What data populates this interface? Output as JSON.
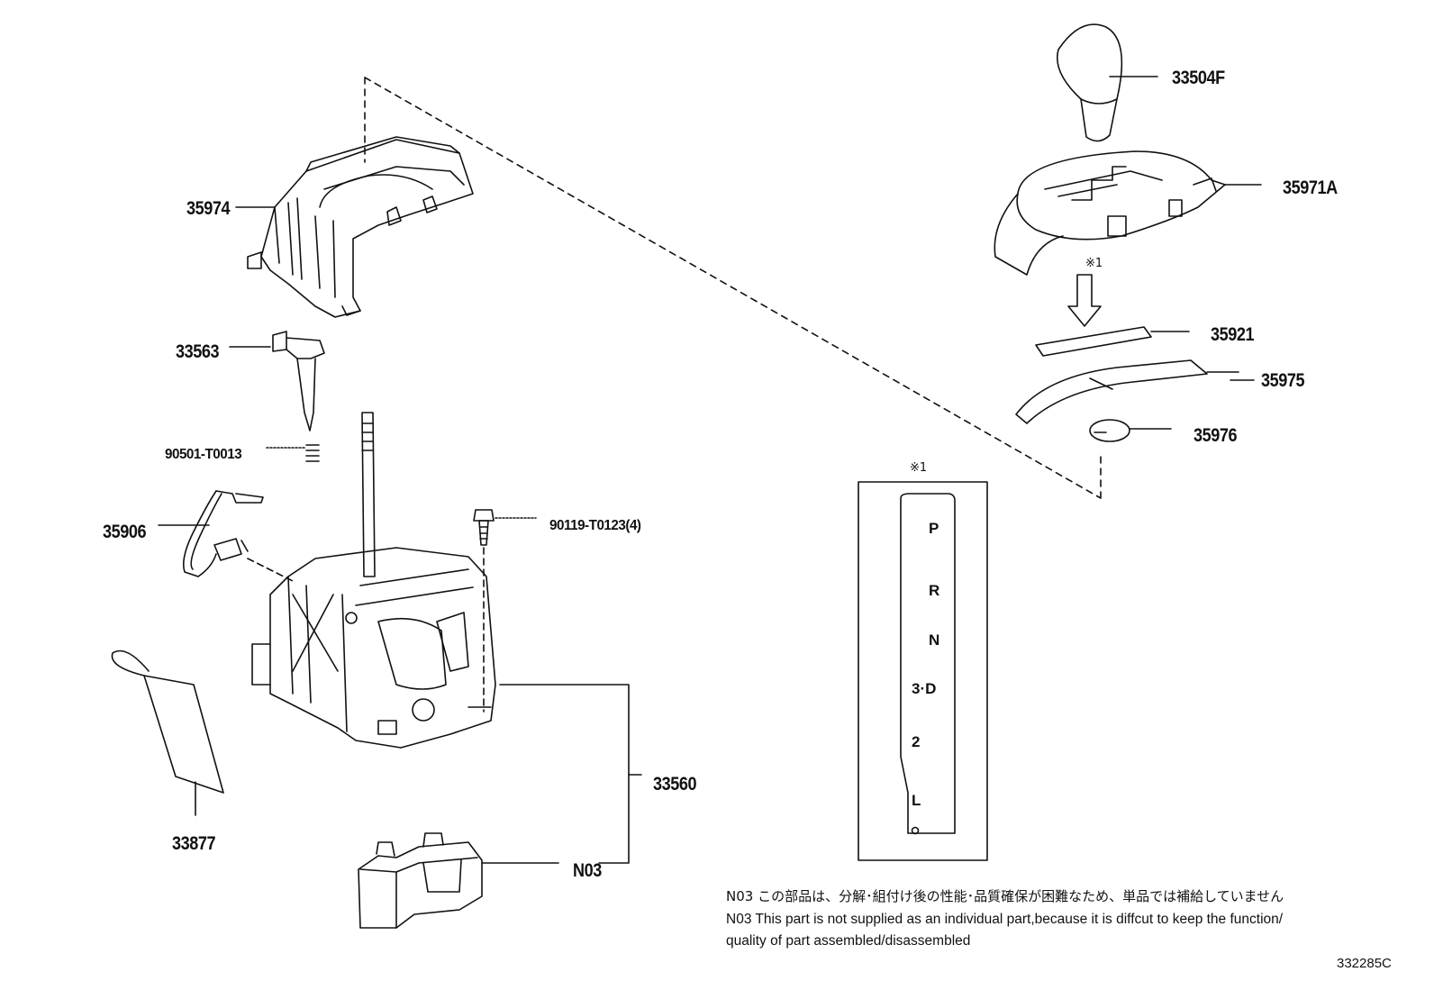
{
  "parts": {
    "p33504F": "33504F",
    "p35971A": "35971A",
    "p35921": "35921",
    "p35975": "35975",
    "p35976": "35976",
    "p35974": "35974",
    "p33563": "33563",
    "p90501": "90501-T0013",
    "p35906": "35906",
    "p90119": "90119-T0123(4)",
    "p33560": "33560",
    "p33877": "33877",
    "pN03": "N03"
  },
  "marks": {
    "ref_mark_arrow": "※1",
    "ref_mark_panel": "※1"
  },
  "shift_panel": {
    "positions": [
      "P",
      "R",
      "N",
      "3·D",
      "2",
      "L"
    ]
  },
  "notes": {
    "jp": "N03 この部品は、分解･組付け後の性能･品質確保が困難なため、単品では補給していません",
    "en_line1": "N03 This part is not supplied as an  individual part,because it is diffcut to keep the function/",
    "en_line2": "quality of part assembled/disassembled"
  },
  "diagram_id": "332285C"
}
